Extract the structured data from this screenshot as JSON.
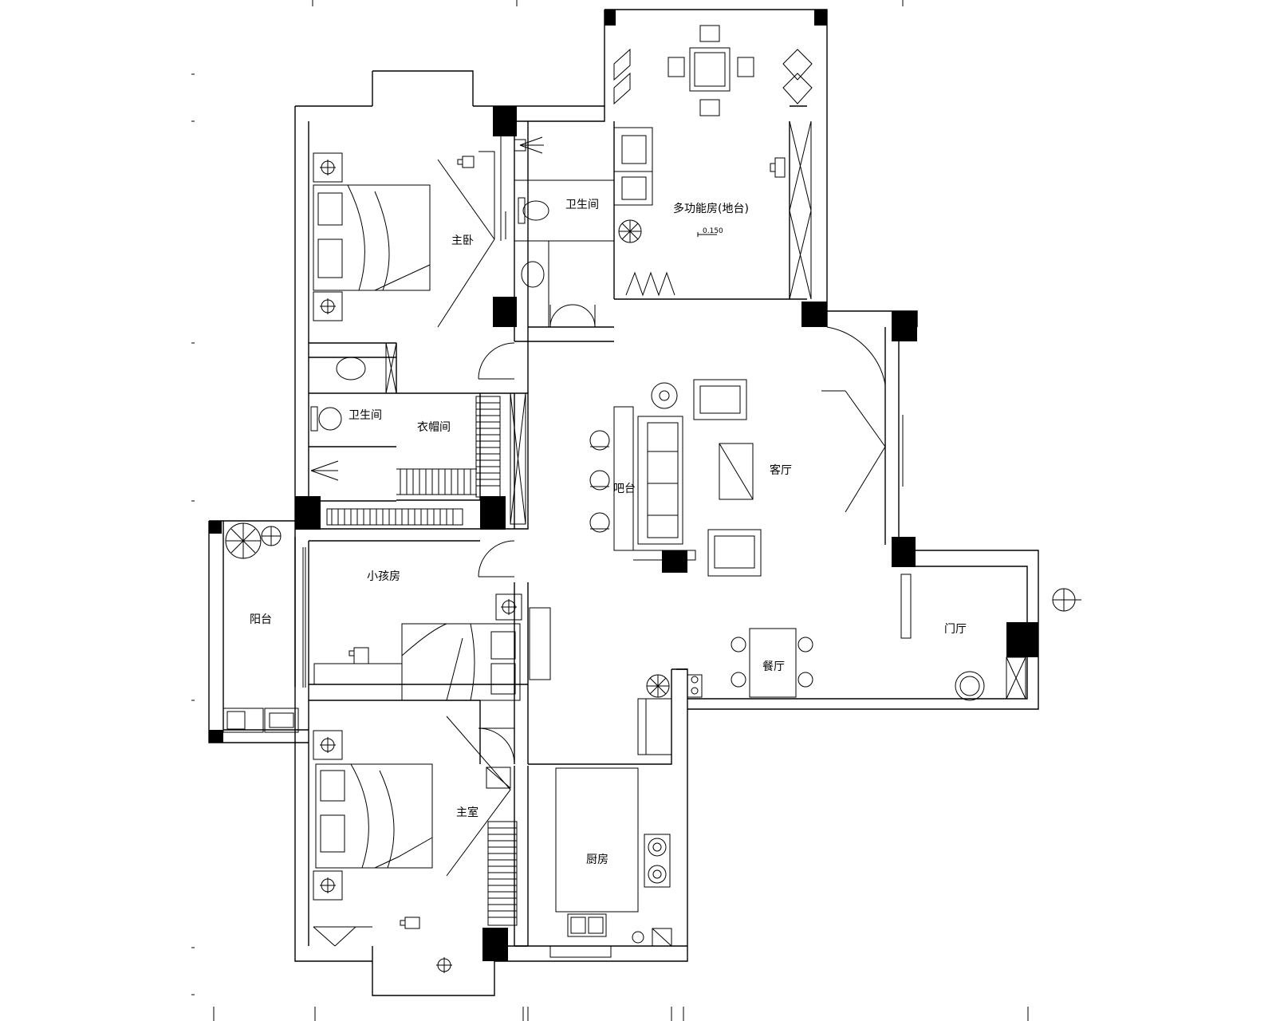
{
  "plan": {
    "rooms": {
      "master_bedroom": "主卧",
      "bathroom_master": "卫生间",
      "multifunction_room": "多功能房(地台)",
      "bathroom_shared": "卫生间",
      "cloakroom": "衣帽间",
      "living_room": "客厅",
      "bar_counter": "吧台",
      "kids_room": "小孩房",
      "balcony": "阳台",
      "dining_room": "餐厅",
      "foyer": "门厅",
      "second_bedroom": "主室",
      "kitchen": "厨房"
    },
    "level_mark": "0.150",
    "colors": {
      "line": "#000000",
      "background": "#ffffff"
    }
  }
}
